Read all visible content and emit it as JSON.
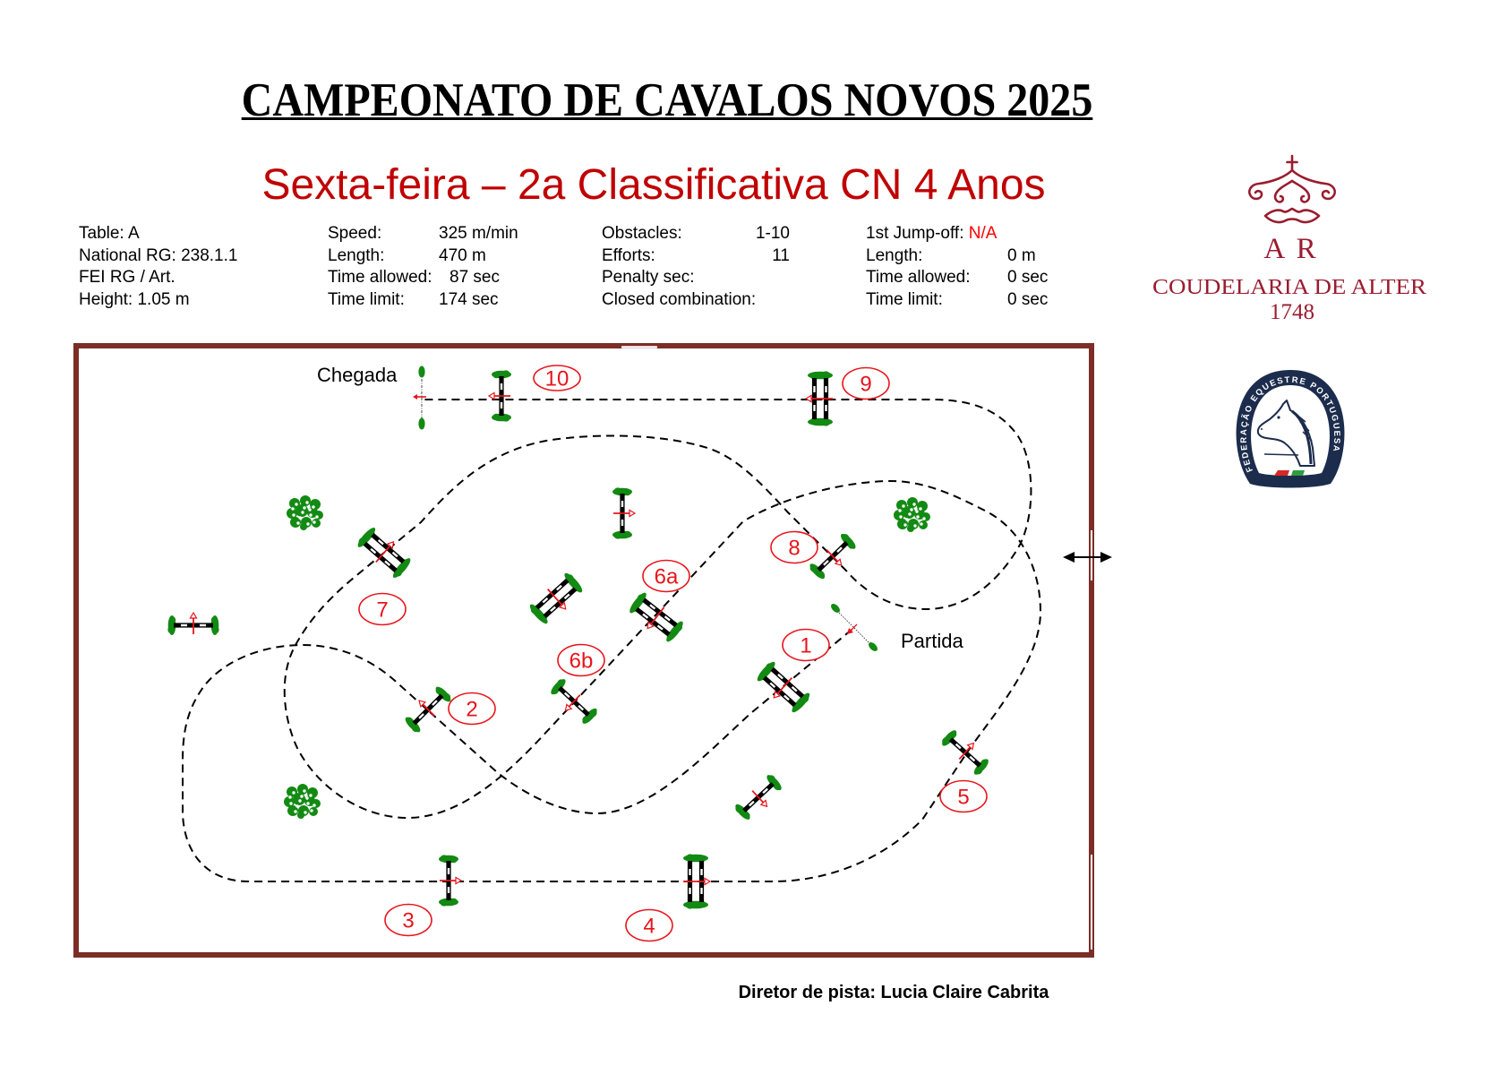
{
  "header": {
    "title": "CAMPEONATO DE CAVALOS NOVOS 2025",
    "subtitle": "Sexta-feira – 2a Classificativa CN 4 Anos"
  },
  "course_info": {
    "col1": [
      {
        "label": "Table:",
        "value": "A"
      },
      {
        "label": "National RG:",
        "value": "238.1.1"
      },
      {
        "label": "FEI RG / Art."
      },
      {
        "label": "Height:",
        "value": "1.05 m"
      }
    ],
    "col2": [
      {
        "label": "Speed:",
        "value": "325 m/min"
      },
      {
        "label": "Length:",
        "value": "470 m"
      },
      {
        "label": "Time allowed:",
        "value": "87 sec"
      },
      {
        "label": "Time limit:",
        "value": "174 sec"
      }
    ],
    "col3": [
      {
        "label": "Obstacles:",
        "value": "1-10"
      },
      {
        "label": "Efforts:",
        "value": "11"
      },
      {
        "label": "Penalty sec:"
      },
      {
        "label": "Closed combination:"
      }
    ],
    "col4": [
      {
        "label": "1st Jump-off:",
        "value": "N/A"
      },
      {
        "label": "Length:",
        "value": "0 m"
      },
      {
        "label": "Time allowed:",
        "value": "0 sec"
      },
      {
        "label": "Time limit:",
        "value": "0 sec"
      }
    ]
  },
  "course_map": {
    "finish_label": "Chegada",
    "start_label": "Partida",
    "obstacles": [
      {
        "number": "1"
      },
      {
        "number": "2"
      },
      {
        "number": "3"
      },
      {
        "number": "4"
      },
      {
        "number": "5"
      },
      {
        "number": "6a"
      },
      {
        "number": "6b"
      },
      {
        "number": "7"
      },
      {
        "number": "8"
      },
      {
        "number": "9"
      },
      {
        "number": "10"
      }
    ],
    "icons": {
      "gate": "double-arrow-icon",
      "decoration": "bush-icon"
    }
  },
  "logos": {
    "coudelaria_de_alter": {
      "monogram": "A R",
      "name": "COUDELARIA DE ALTER",
      "year": "1748"
    },
    "fep": {
      "name": "FEDERAÇÃO EQUESTRE PORTUGUESA"
    }
  },
  "footer": {
    "course_designer": "Diretor de pista: Lucia Claire Cabrita"
  },
  "colors": {
    "subtitle": "#c00000",
    "highlight": "#ff0000",
    "obstacle_number": "#e8141b",
    "arena_border": "#7b2d26",
    "wing_green": "#138a13",
    "logo_burgundy": "#9a1c2f",
    "fep_navy": "#1c2c4c"
  }
}
